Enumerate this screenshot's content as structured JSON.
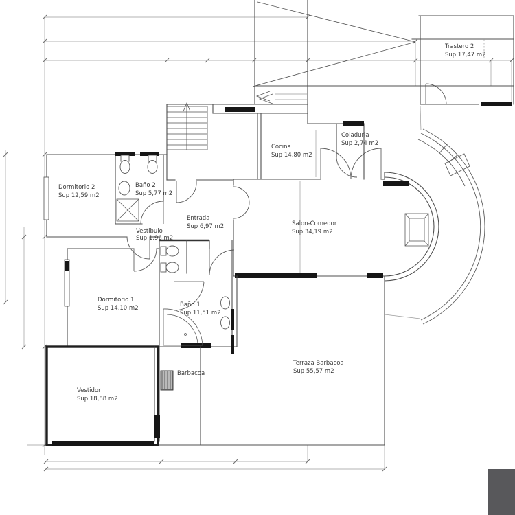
{
  "plan": {
    "language": "es",
    "drawing_type": "architectural floor plan"
  },
  "rooms": [
    {
      "name": "Trastero 2",
      "area": "Sup 17,47 m2"
    },
    {
      "name": "Dormitorio 2",
      "area": "Sup 12,59 m2"
    },
    {
      "name": "Baño 2",
      "area": "Sup 5,77 m2"
    },
    {
      "name": "Vestibulo",
      "area": "Sup 1,96 m2"
    },
    {
      "name": "Entrada",
      "area": "Sup 6,97 m2"
    },
    {
      "name": "Cocina",
      "area": "Sup 14,80 m2"
    },
    {
      "name": "Coladuria",
      "area": "Sup 2,74 m2"
    },
    {
      "name": "Salon-Comedor",
      "area": "Sup 34,19 m2"
    },
    {
      "name": "Dormitorio 1",
      "area": "Sup 14,10 m2"
    },
    {
      "name": "Baño 1",
      "area": "Sup 11,51 m2"
    },
    {
      "name": "Barbacoa",
      "area": ""
    },
    {
      "name": "Vestidor",
      "area": "Sup 18,88 m2"
    },
    {
      "name": "Terraza Barbacoa",
      "area": "Sup 55,57 m2"
    }
  ],
  "fixtures": [
    "stairs-up-arrow",
    "direction-chevrons",
    "toilet",
    "bidet",
    "washbasin",
    "shower",
    "corner-bathtub",
    "barbecue-grill",
    "fireplace",
    "curved-steps",
    "bay-window",
    "door-swing",
    "window-sill"
  ],
  "colors": {
    "wall": "#4f4f4f",
    "window_fill": "#161616",
    "dimension": "#9a9a9a",
    "text": "#3a3a3a",
    "watermark": "#58585b",
    "background": "#ffffff"
  }
}
